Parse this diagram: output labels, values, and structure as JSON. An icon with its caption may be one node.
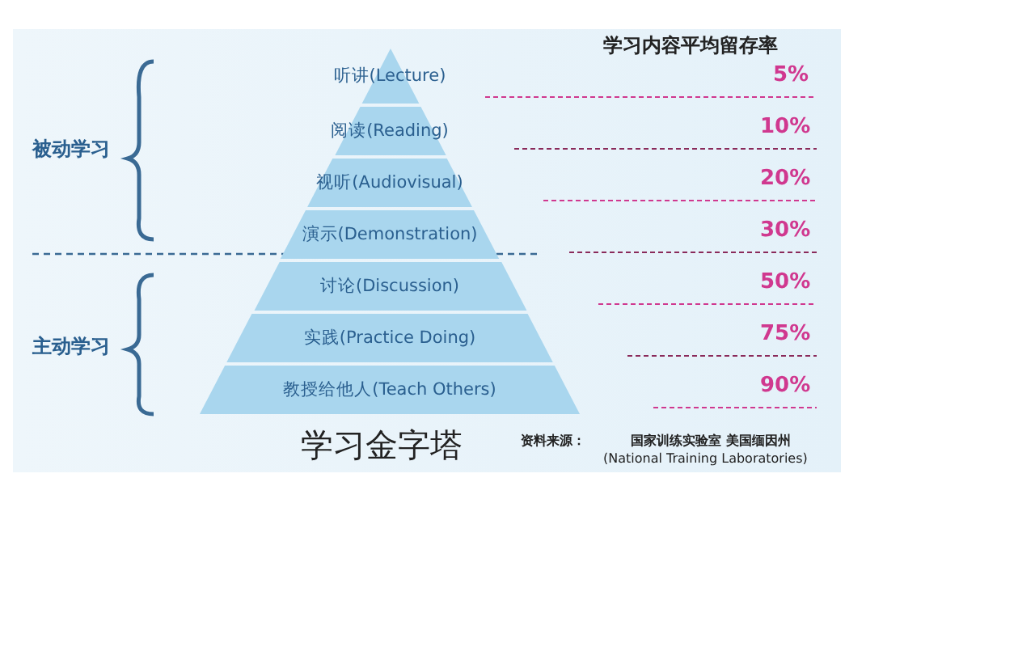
{
  "diagram": {
    "title": "学习金字塔",
    "nodes": [
      {
        "text": [
          "听讲(Lecture)"
        ]
      },
      {
        "text": [
          "阅读(Reading)"
        ]
      },
      {
        "text": [
          "视听(Audiovisual)"
        ]
      },
      {
        "text": [
          "演示(Demonstration)"
        ]
      },
      {
        "text": [
          "讨论(Discussion)"
        ]
      },
      {
        "text": [
          "实践(Practice Doing)"
        ]
      },
      {
        "text": [
          "教授给他人(Teach Others)"
        ]
      }
    ],
    "labels": [
      "学习内容平均留存率",
      "5%",
      "10%",
      "被动学习",
      "20%",
      "30%",
      "50%",
      "主动学习",
      "75%",
      "90%",
      "资料来源：",
      "国家训练实验室 美国缅因州",
      "(National Training Laboratories)"
    ]
  }
}
